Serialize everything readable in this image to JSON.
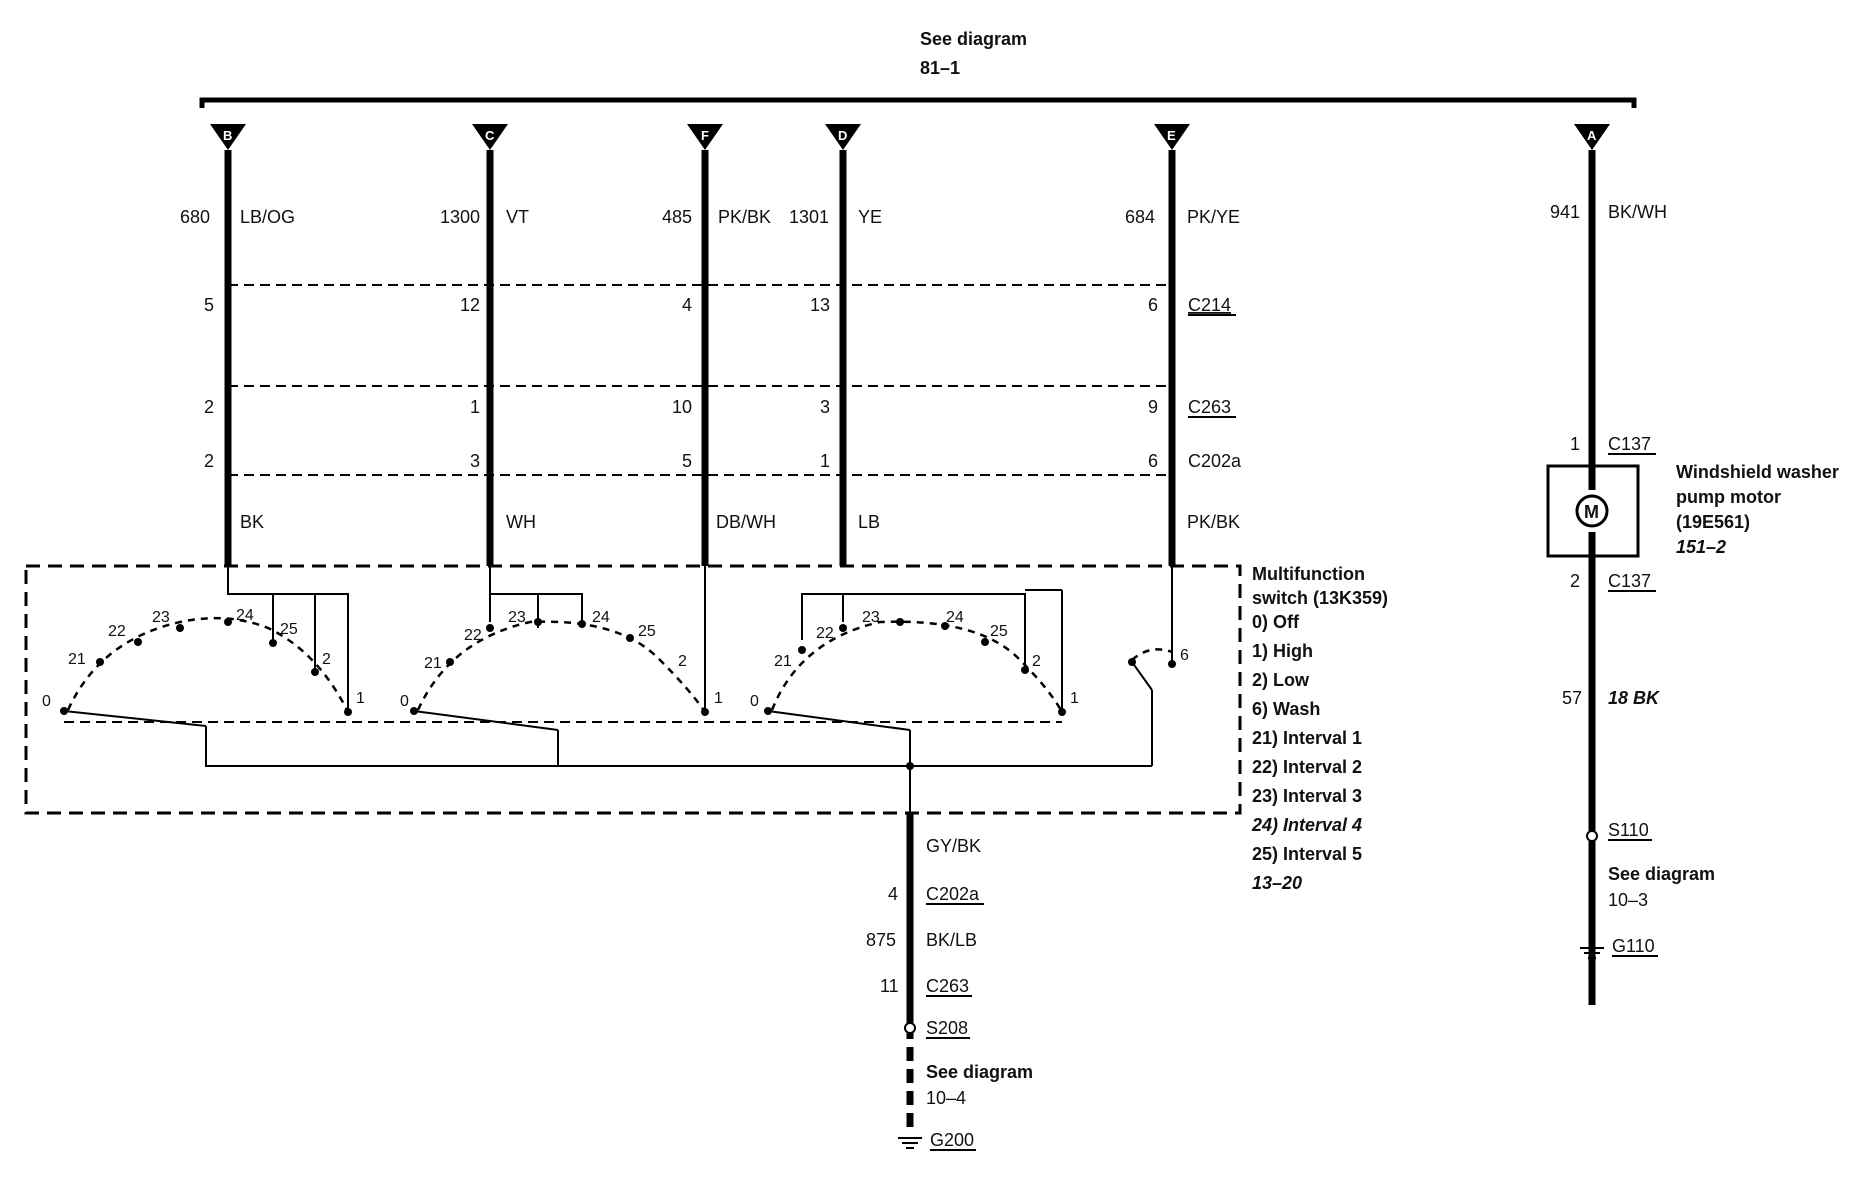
{
  "top_ref": {
    "line1": "See diagram",
    "line2": "81–1"
  },
  "columns": [
    {
      "letter": "B",
      "circuit": "680",
      "color": "LB/OG",
      "pin_c214": "5",
      "pin_c263": "2",
      "pin_c202a": "2",
      "lower_color": "BK"
    },
    {
      "letter": "C",
      "circuit": "1300",
      "color": "VT",
      "pin_c214": "12",
      "pin_c263": "1",
      "pin_c202a": "3",
      "lower_color": "WH"
    },
    {
      "letter": "F",
      "circuit": "485",
      "color": "PK/BK",
      "pin_c214": "4",
      "pin_c263": "10",
      "pin_c202a": "5",
      "lower_color": "DB/WH"
    },
    {
      "letter": "D",
      "circuit": "1301",
      "color": "YE",
      "pin_c214": "13",
      "pin_c263": "3",
      "pin_c202a": "1",
      "lower_color": "LB"
    },
    {
      "letter": "E",
      "circuit": "684",
      "color": "PK/YE",
      "pin_c214": "6",
      "pin_c263": "9",
      "pin_c202a": "6",
      "lower_color": "PK/BK"
    }
  ],
  "connectors": {
    "c214": "C214",
    "c263": "C263",
    "c202a": "C202a"
  },
  "switch": {
    "title_line1": "Multifunction",
    "title_line2": "switch (13K359)",
    "legend": [
      "0)   Off",
      "1)   High",
      "2)   Low",
      "6)   Wash",
      "21) Interval 1",
      "22) Interval 2",
      "23) Interval 3",
      "24) Interval 4",
      "25) Interval 5"
    ],
    "ref": "13–20",
    "positions": {
      "p0": "0",
      "p1": "1",
      "p2": "2",
      "p6": "6",
      "p21": "21",
      "p22": "22",
      "p23": "23",
      "p24": "24",
      "p25": "25"
    }
  },
  "ground_branch": {
    "color1": "GY/BK",
    "c202a_pin": "4",
    "c202a": "C202a",
    "circuit": "875",
    "color2": "BK/LB",
    "c263_pin": "11",
    "c263": "C263",
    "splice": "S208",
    "see_line1": "See diagram",
    "see_line2": "10–4",
    "ground": "G200"
  },
  "pump_branch": {
    "letter": "A",
    "circuit": "941",
    "color": "BK/WH",
    "c137_pin_top": "1",
    "c137_top": "C137",
    "motor_symbol": "M",
    "motor_title1": "Windshield washer",
    "motor_title2": "pump motor",
    "motor_part": "(19E561)",
    "motor_ref": "151–2",
    "c137_pin_bottom": "2",
    "c137_bottom": "C137",
    "circuit2": "57",
    "color2": "18 BK",
    "splice": "S110",
    "see_line1": "See diagram",
    "see_line2": "10–3",
    "ground": "G110"
  }
}
